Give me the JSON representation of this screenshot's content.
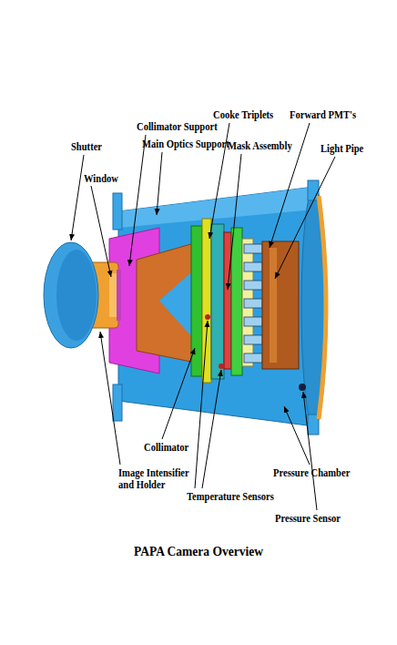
{
  "diagram": {
    "caption": "PAPA Camera Overview",
    "labels": [
      "Shutter",
      "Window",
      "Collimator Support",
      "Main Optics Support",
      "Cooke Triplets",
      "Mask Assembly",
      "Forward PMT's",
      "Light Pipe",
      "Collimator",
      "Image Intensifier and Holder",
      "Temperature Sensors",
      "Pressure Chamber",
      "Pressure Sensor"
    ]
  }
}
